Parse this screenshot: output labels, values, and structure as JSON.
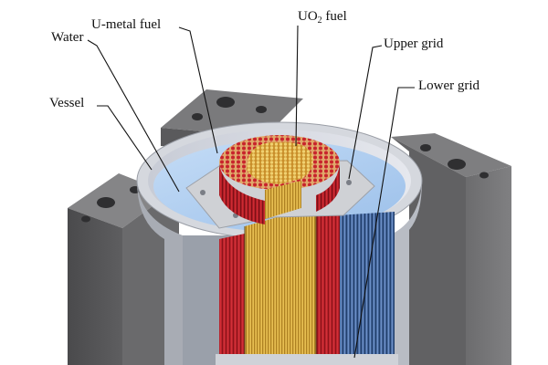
{
  "labels": {
    "water": "Water",
    "u_metal_fuel": "U-metal fuel",
    "uo2_prefix": "UO",
    "uo2_subscript": "2",
    "uo2_suffix": " fuel",
    "upper_grid": "Upper grid",
    "lower_grid": "Lower grid",
    "vessel": "Vessel"
  },
  "colors": {
    "background": "#ffffff",
    "block_dark": "#58585a",
    "block_mid": "#6e6e70",
    "block_light": "#8a8a8c",
    "vessel_rim": "#d9dbe0",
    "water": "#a9c9ee",
    "water_inner": "#b8d4f2",
    "u_metal_rod": "#c5232a",
    "uo2_rod": "#e6b43c",
    "grid_plate": "#cfd1d5",
    "cut_blue": "#3a5a8c",
    "leader_line": "#111111"
  }
}
